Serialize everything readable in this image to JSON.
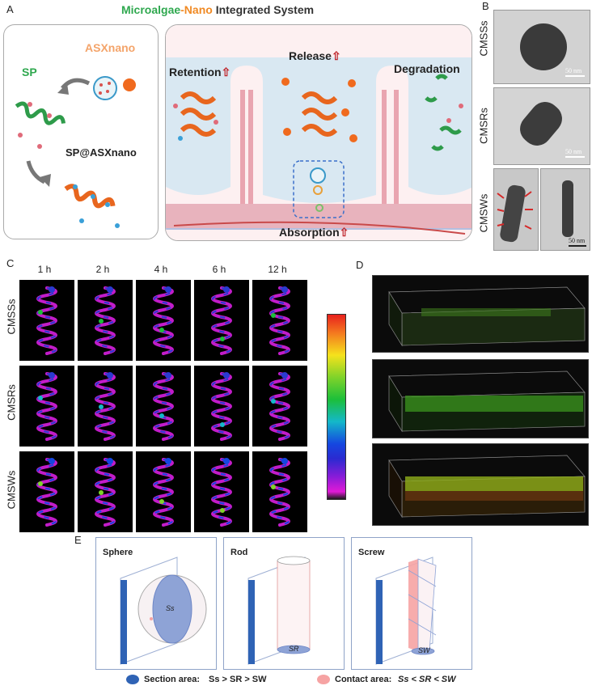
{
  "panel_a": {
    "letter": "A",
    "title_part1": "Microalgae",
    "title_part2": "-Nano",
    "title_part3": " Integrated System",
    "sp_label": "SP",
    "asx_label": "ASXnano",
    "sp_asx_label": "SP@ASXnano",
    "retention_label": "Retention",
    "release_label": "Release",
    "degradation_label": "Degradation",
    "absorption_label": "Absorption",
    "arrow_glyph": "⇧"
  },
  "panel_b": {
    "letter": "B",
    "rows": [
      {
        "label": "CMSSs",
        "scale": "50 nm"
      },
      {
        "label": "CMSRs",
        "scale": "50 nm"
      },
      {
        "label": "CMSWs",
        "scale": "50 nm"
      }
    ]
  },
  "panel_c": {
    "letter": "C",
    "times": [
      "1 h",
      "2 h",
      "4 h",
      "6 h",
      "12 h"
    ],
    "rows": [
      "CMSSs",
      "CMSRs",
      "CMSWs"
    ]
  },
  "panel_d": {
    "letter": "D"
  },
  "panel_e": {
    "letter": "E",
    "boxes": [
      {
        "title": "Sphere",
        "area": "Ss"
      },
      {
        "title": "Rod",
        "area": "SR"
      },
      {
        "title": "Screw",
        "area": "SW"
      }
    ],
    "legend_section": "Section area:",
    "legend_section_rel": "Ss > SR > SW",
    "legend_contact": "Contact area:",
    "legend_contact_rel": "Ss < SR < SW",
    "colors": {
      "section": "#2f63b5",
      "contact": "#f6a3a3"
    }
  }
}
